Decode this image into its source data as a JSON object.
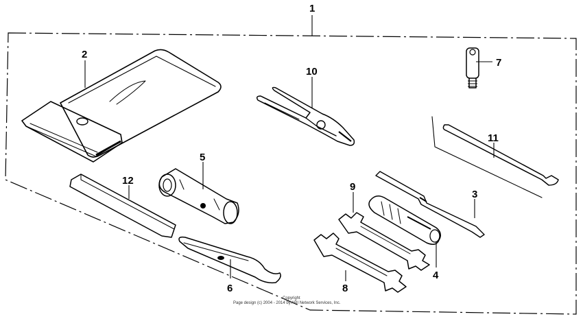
{
  "diagram": {
    "callouts": [
      {
        "id": "1",
        "part": "tool-kit-assembly"
      },
      {
        "id": "2",
        "part": "tool-bag"
      },
      {
        "id": "3",
        "part": "screwdriver"
      },
      {
        "id": "4",
        "part": "screwdriver-grip"
      },
      {
        "id": "5",
        "part": "spark-plug-wrench"
      },
      {
        "id": "6",
        "part": "pin-spanner"
      },
      {
        "id": "7",
        "part": "hex-wrench"
      },
      {
        "id": "8",
        "part": "open-end-wrench-large"
      },
      {
        "id": "9",
        "part": "open-end-wrench-small"
      },
      {
        "id": "10",
        "part": "pliers"
      },
      {
        "id": "11",
        "part": "extension-bar"
      },
      {
        "id": "12",
        "part": "handle-bar"
      }
    ]
  },
  "copyright": {
    "line1": "Copyright",
    "line2": "Page design (c) 2004 - 2014 by ARI Network Services, Inc."
  }
}
